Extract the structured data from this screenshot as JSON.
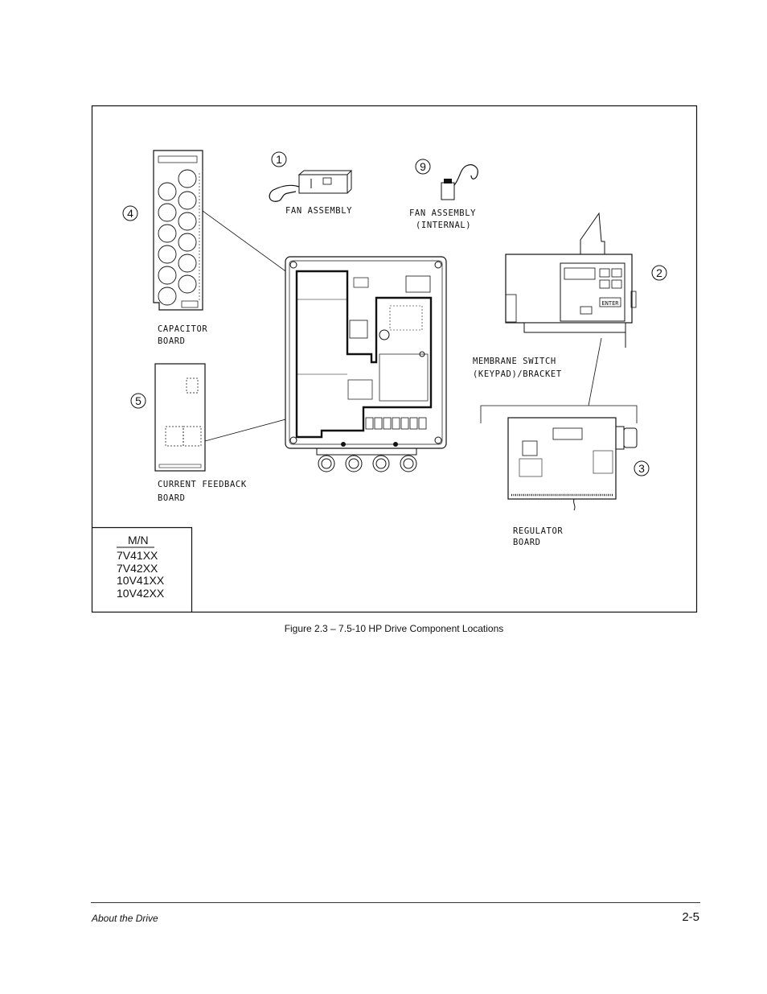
{
  "figure": {
    "callouts": [
      {
        "num": "1",
        "label_lines": [
          "FAN ASSEMBLY"
        ]
      },
      {
        "num": "9",
        "label_lines": [
          "FAN ASSEMBLY",
          "(INTERNAL)"
        ]
      },
      {
        "num": "4",
        "label_lines": [
          "CAPACITOR",
          "BOARD"
        ]
      },
      {
        "num": "5",
        "label_lines": [
          "CURRENT FEEDBACK",
          "BOARD"
        ]
      },
      {
        "num": "2",
        "label_lines": [
          "MEMBRANE SWITCH",
          "(KEYPAD)/BRACKET"
        ]
      },
      {
        "num": "3",
        "label_lines": [
          "REGULATOR",
          "BOARD"
        ]
      }
    ],
    "keypad_enter_label": "ENTER",
    "model_table": {
      "header": "M/N",
      "rows": [
        "7V41XX",
        "7V42XX",
        "10V41XX",
        "10V42XX"
      ]
    }
  },
  "caption": "Figure 2.3 – 7.5-10 HP Drive Component Locations",
  "footer": {
    "section": "About the Drive",
    "page": "2-5"
  }
}
